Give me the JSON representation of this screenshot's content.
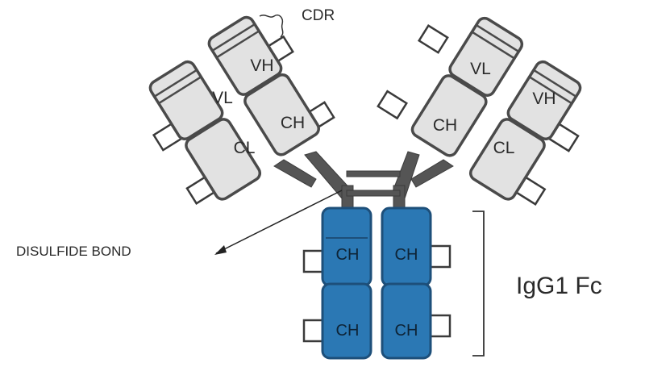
{
  "labels": {
    "cdr": "CDR",
    "disulfide": "DISULFIDE BOND",
    "fc": "IgG1 Fc"
  },
  "domains": {
    "left_vh": "VH",
    "left_vl": "VL",
    "left_ch": "CH",
    "left_cl": "CL",
    "right_vl": "VL",
    "right_vh": "VH",
    "right_ch": "CH",
    "right_cl": "CL",
    "fc_ch2_left": "CH",
    "fc_ch2_right": "CH",
    "fc_ch3_left": "CH",
    "fc_ch3_right": "CH"
  },
  "colors": {
    "fab_fill": "#e2e2e2",
    "fc_fill": "#2b78b4",
    "outline": "#4a4a4a"
  }
}
